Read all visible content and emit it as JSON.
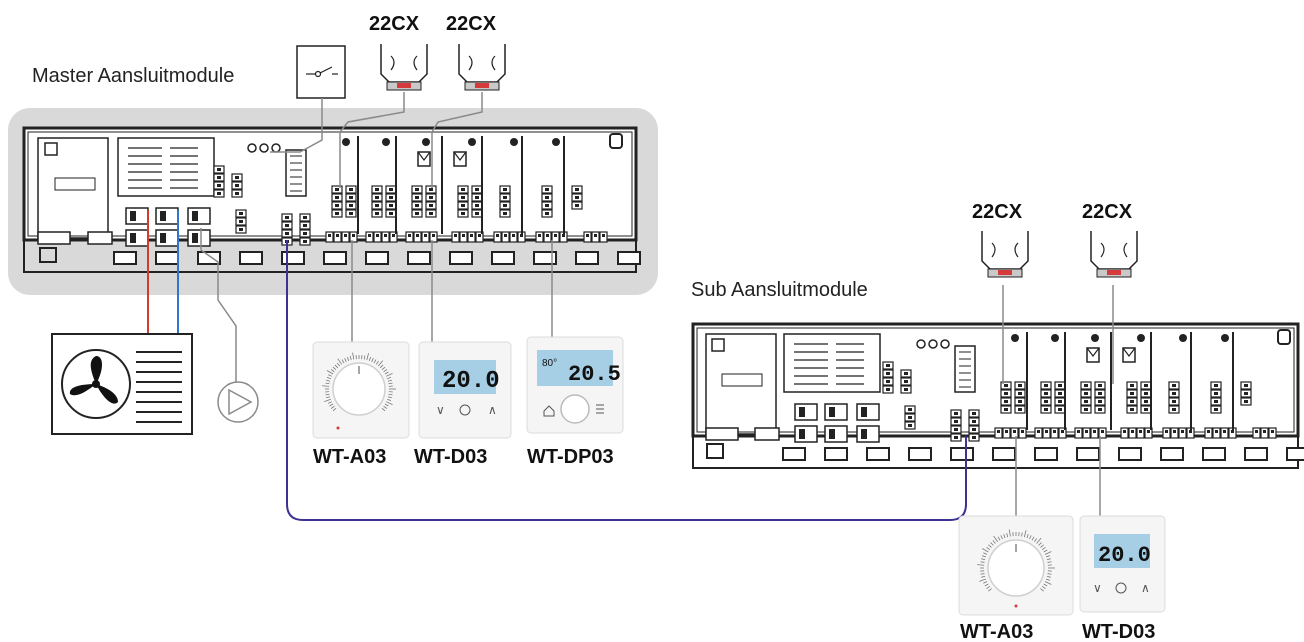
{
  "labels": {
    "master": "Master Aansluitmodule",
    "sub": "Sub Aansluitmodule"
  },
  "actuators": {
    "master_a": "22CX",
    "master_b": "22CX",
    "sub_a": "22CX",
    "sub_b": "22CX"
  },
  "thermostats": {
    "master_analog": "WT-A03",
    "master_digital": "WT-D03",
    "master_programmable": "WT-DP03",
    "sub_analog": "WT-A03",
    "sub_digital": "WT-D03"
  },
  "displays": {
    "d03": "20.0",
    "dp03_main": "20.5",
    "dp03_small": "80°"
  },
  "colors": {
    "bus_cable": "#3b3291",
    "supply_pipe": "#d23b2e",
    "return_pipe": "#2f76c8",
    "master_panel": "#d9d9d9",
    "wire": "#8a8a8a",
    "actuator_led": "#d63a3a",
    "display": "#a6cfe6"
  },
  "icons": {
    "heat_pump": "heat-pump-icon",
    "pump": "circulation-pump-icon",
    "switch": "switch-contact-icon"
  }
}
